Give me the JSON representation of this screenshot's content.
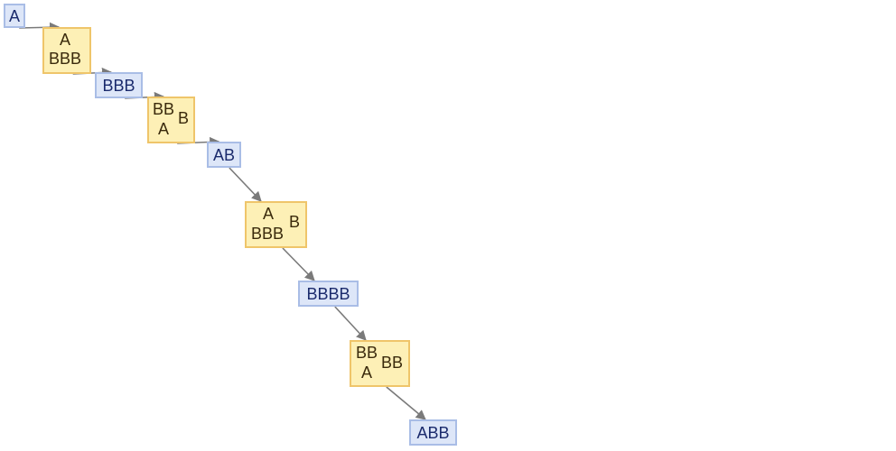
{
  "diagram": {
    "states": [
      {
        "id": "s1",
        "label": "A"
      },
      {
        "id": "s2",
        "label": "BBB"
      },
      {
        "id": "s3",
        "label": "AB"
      },
      {
        "id": "s4",
        "label": "BBBB"
      },
      {
        "id": "s5",
        "label": "ABB"
      }
    ],
    "rules": [
      {
        "id": "r1",
        "top": "A",
        "bottom": "BBB",
        "side": ""
      },
      {
        "id": "r2",
        "top": "BB",
        "bottom": "A",
        "side": "B"
      },
      {
        "id": "r3",
        "top": "A",
        "bottom": "BBB",
        "side": "B"
      },
      {
        "id": "r4",
        "top": "BB",
        "bottom": "A",
        "side": "BB"
      }
    ],
    "edges": [
      [
        "s1",
        "r1"
      ],
      [
        "r1",
        "s2"
      ],
      [
        "s2",
        "r2"
      ],
      [
        "r2",
        "s3"
      ],
      [
        "s3",
        "r3"
      ],
      [
        "r3",
        "s4"
      ],
      [
        "s4",
        "r4"
      ],
      [
        "r4",
        "s5"
      ]
    ],
    "colors": {
      "state_fill": "#dde6f8",
      "state_border": "#a9bde6",
      "state_text": "#1a2a6c",
      "rule_fill": "#fdf0b6",
      "rule_border": "#efc56a",
      "rule_text": "#3a2a0c",
      "edge": "#7a7a7a"
    }
  }
}
